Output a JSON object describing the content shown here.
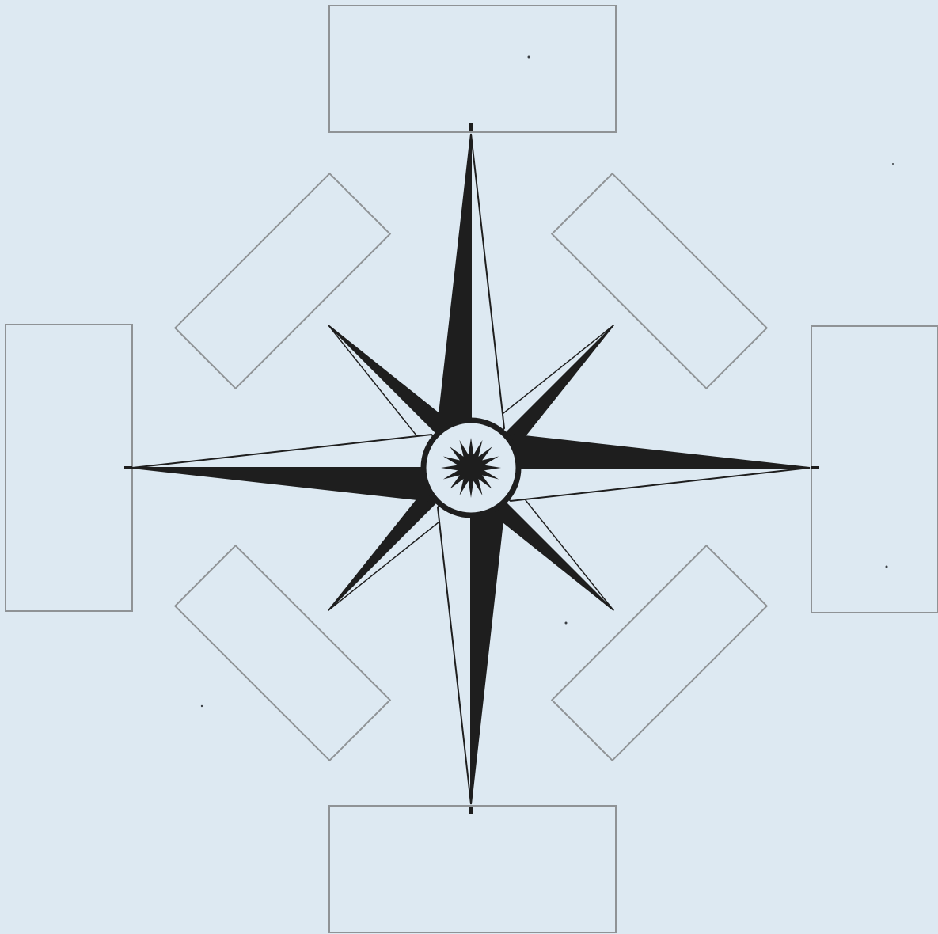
{
  "diagram": {
    "kind": "compass-rose-worksheet",
    "compass_points": 8,
    "blank_label_boxes": [
      {
        "direction": "N",
        "text": ""
      },
      {
        "direction": "NE",
        "text": ""
      },
      {
        "direction": "E",
        "text": ""
      },
      {
        "direction": "SE",
        "text": ""
      },
      {
        "direction": "S",
        "text": ""
      },
      {
        "direction": "SW",
        "text": ""
      },
      {
        "direction": "W",
        "text": ""
      },
      {
        "direction": "NW",
        "text": ""
      }
    ]
  },
  "colors": {
    "background": "#dde9f2",
    "ink": "#1e1e1e",
    "box_outline": "#8f9396",
    "star_fill_light": "#dde9f2"
  }
}
